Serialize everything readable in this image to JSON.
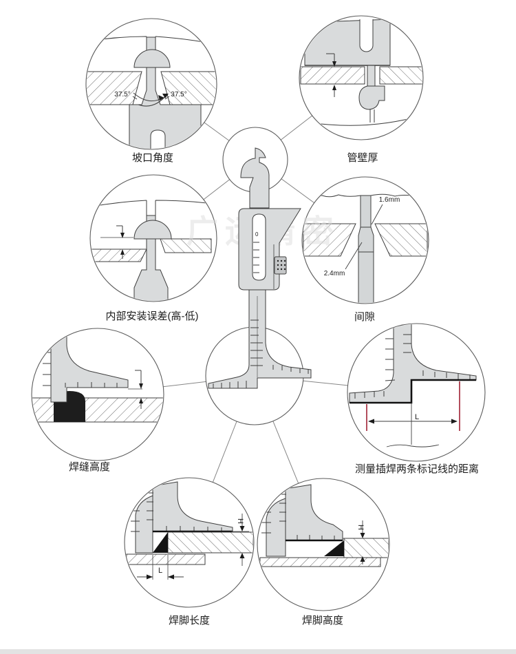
{
  "watermark": "广运精密",
  "tool": {
    "scale_zero_label": "0"
  },
  "callouts": {
    "groove_angle": {
      "label": "坡口角度",
      "angle_left": "37.5°",
      "angle_right": "37.5°"
    },
    "pipe_wall": {
      "label": "管壁厚"
    },
    "misalignment": {
      "label": "内部安装误差(高-低)"
    },
    "gap": {
      "label": "间隙",
      "top": "1.6mm",
      "bottom": "2.4mm"
    },
    "weld_height": {
      "label": "焊缝高度"
    },
    "plug_distance": {
      "label": "测量插焊两条标记线的距离",
      "dim": "L"
    },
    "leg_length": {
      "label": "焊脚长度",
      "dim_l": "L",
      "dim_h": "H"
    },
    "leg_height": {
      "label": "焊脚高度",
      "dim_h": "H"
    }
  }
}
